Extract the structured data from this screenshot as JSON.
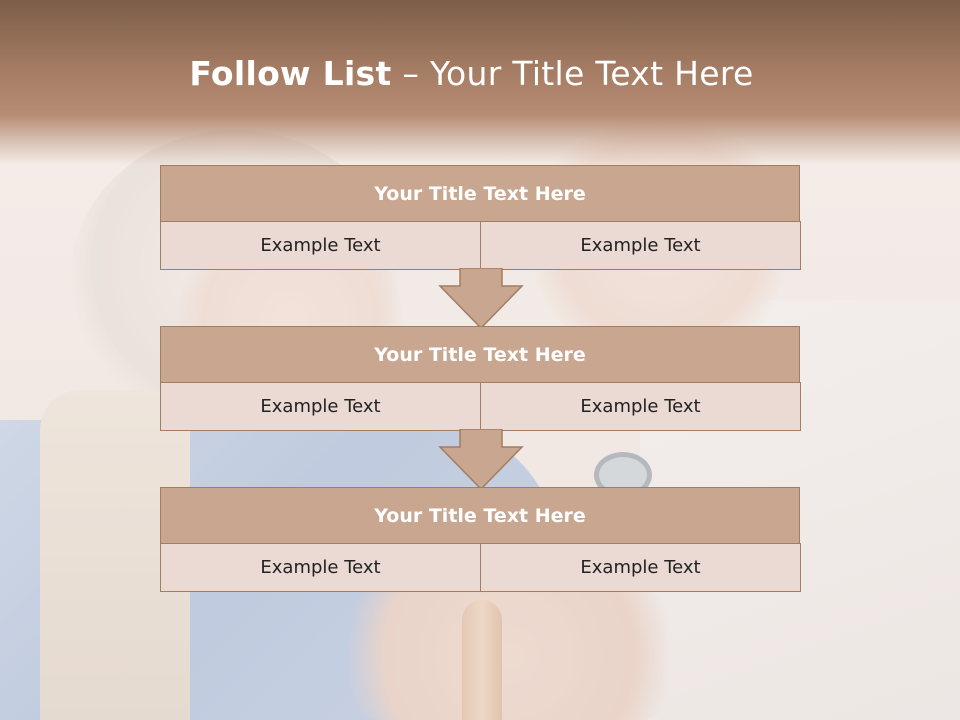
{
  "slide": {
    "title_bold": "Follow List",
    "title_rest": " – Your Title Text Here"
  },
  "flow": [
    {
      "title": "Your Title Text Here",
      "cells": [
        "Example Text",
        "Example Text"
      ]
    },
    {
      "title": "Your Title Text Here",
      "cells": [
        "Example Text",
        "Example Text"
      ]
    },
    {
      "title": "Your Title Text Here",
      "cells": [
        "Example Text",
        "Example Text"
      ]
    }
  ],
  "colors": {
    "header_brown": "#a37a62",
    "block_head": "#c9a68f",
    "block_cell": "#ebdad3",
    "border": "#a47c62"
  }
}
